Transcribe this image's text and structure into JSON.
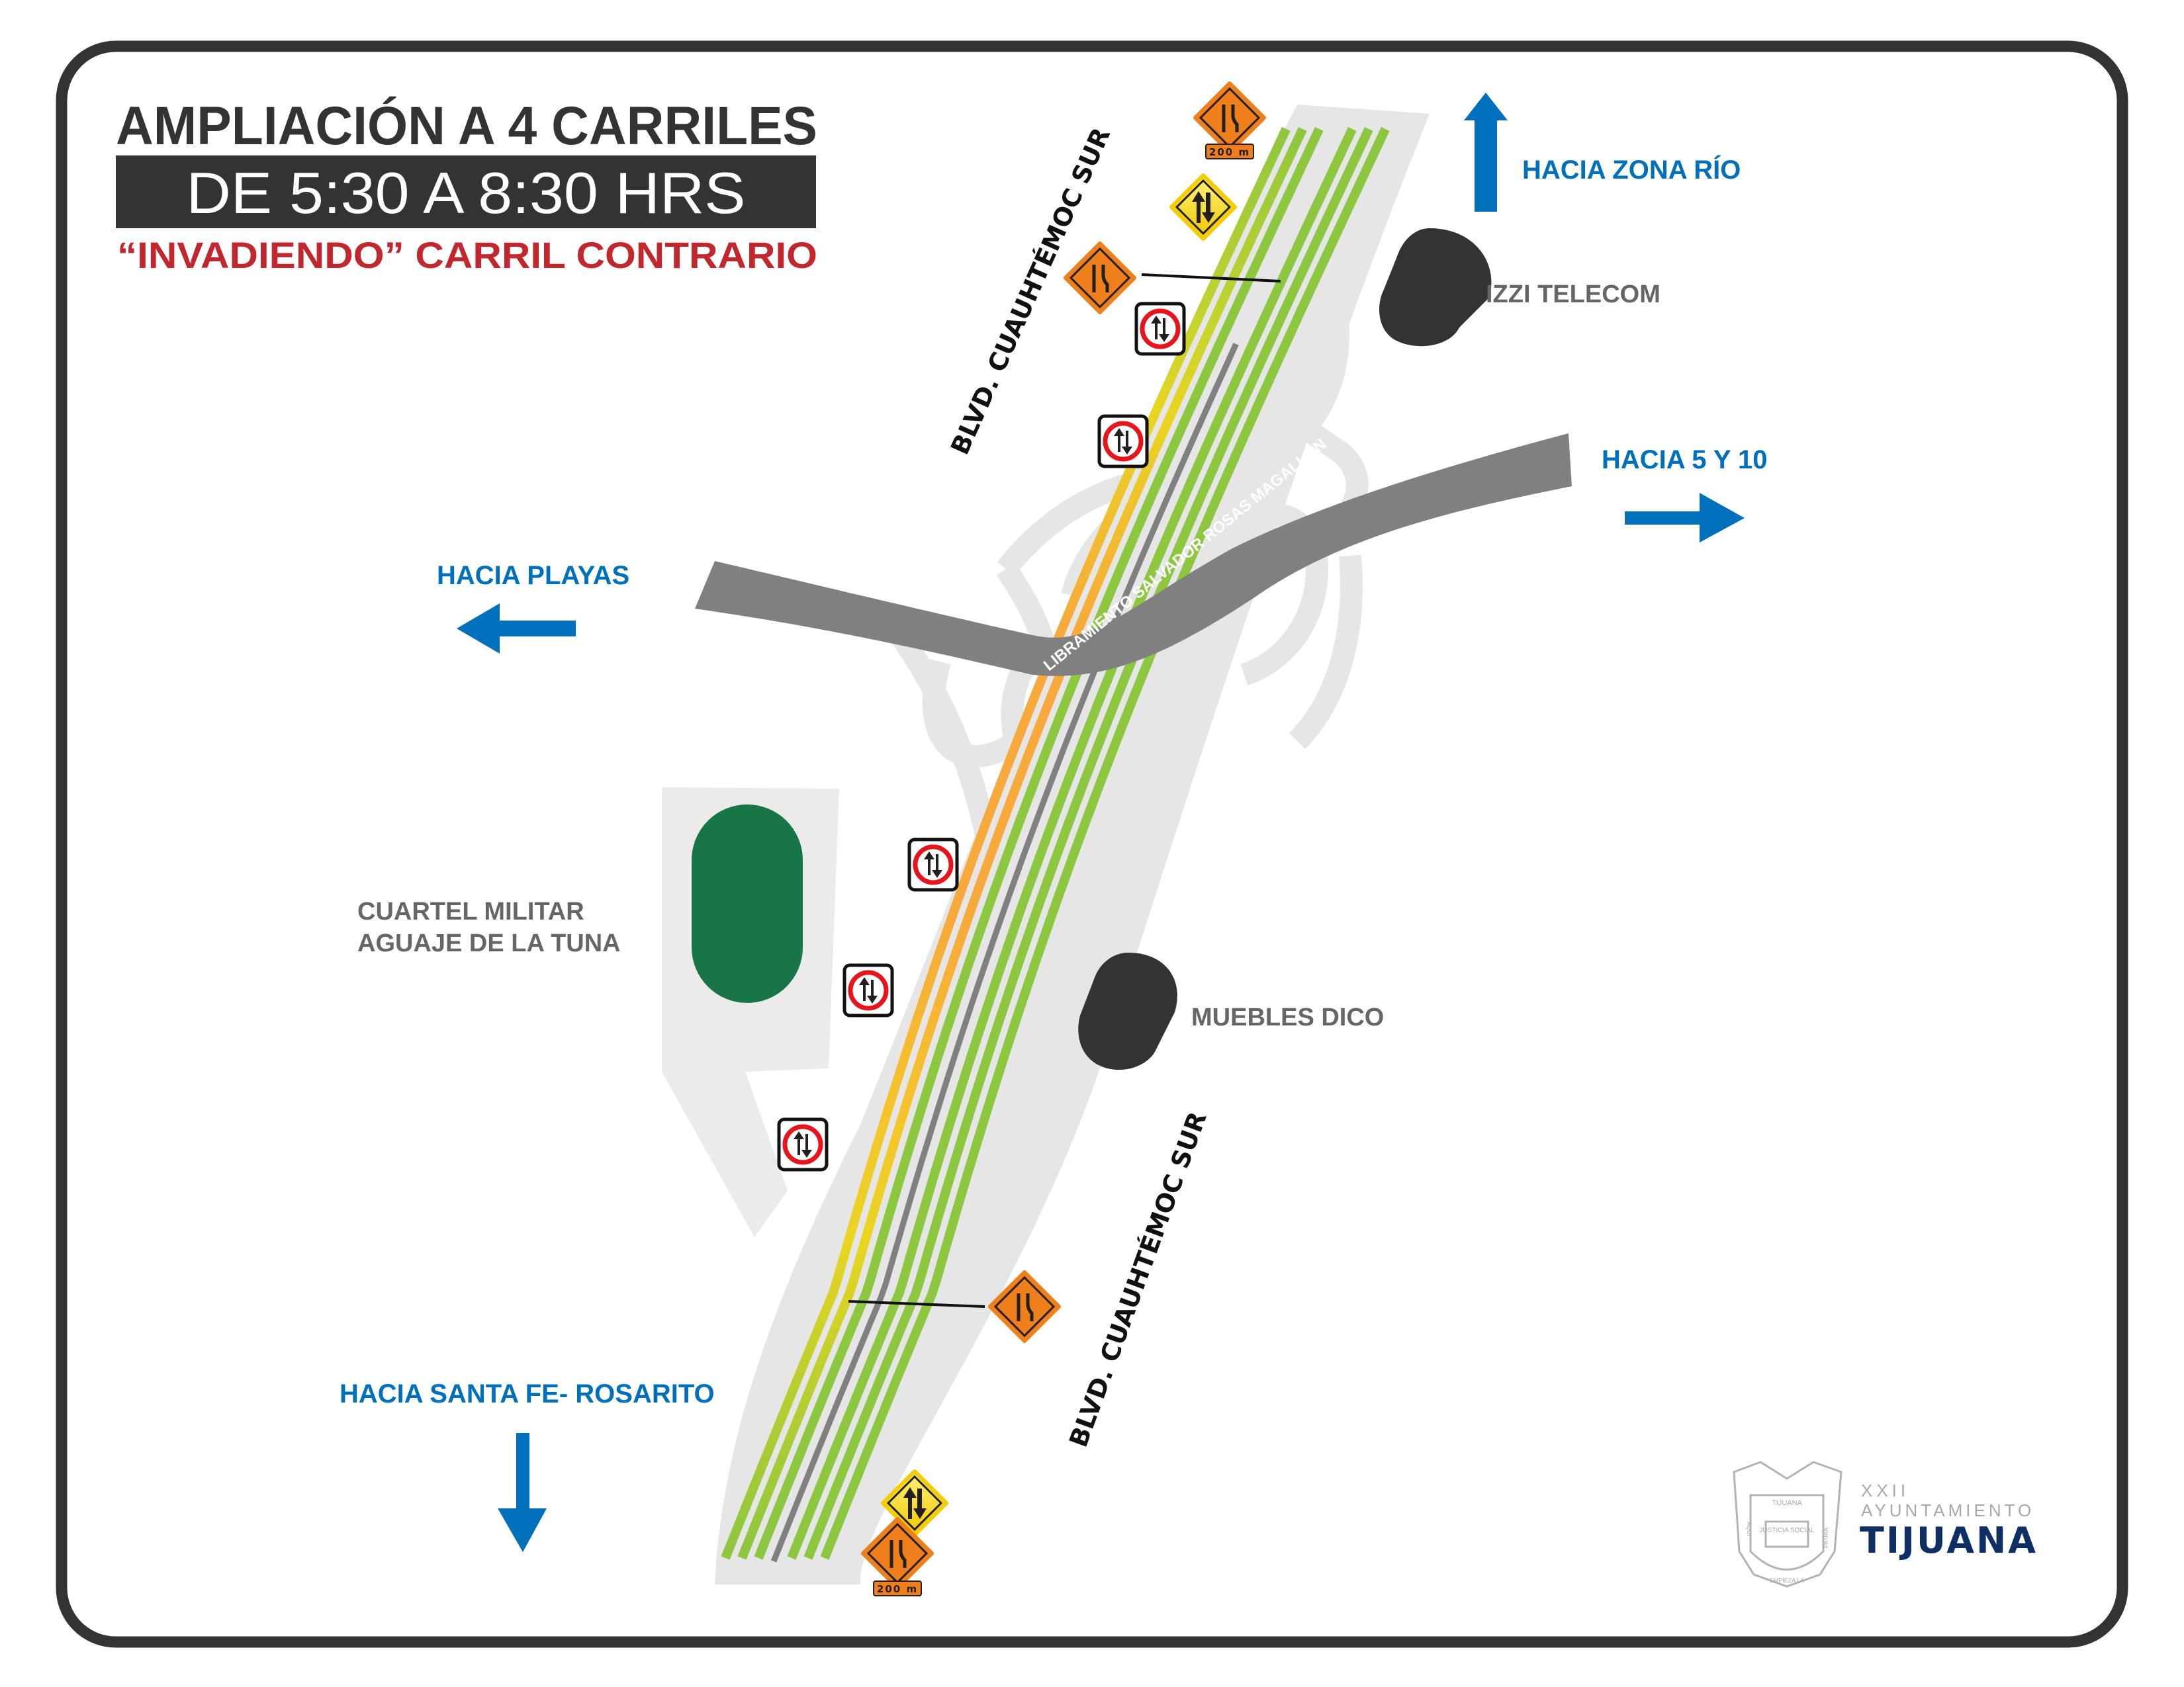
{
  "header": {
    "title": "AMPLIACIÓN A 4 CARRILES",
    "schedule": "DE 5:30 A 8:30 HRS",
    "subtitle": "“INVADIENDO” CARRIL CONTRARIO"
  },
  "roads": {
    "main_road_top_label": "BLVD. CUAUHTÉMOC SUR",
    "main_road_bottom_label": "BLVD. CUAUHTÉMOC SUR",
    "cross_road_label": "LIBRAMIENTO SALVADOR ROSAS MAGALLÓN"
  },
  "directions": {
    "north": {
      "label": "HACIA ZONA RÍO",
      "icon": "arrow-up-icon"
    },
    "east": {
      "label": "HACIA 5 Y 10",
      "icon": "arrow-right-icon"
    },
    "west": {
      "label": "HACIA PLAYAS",
      "icon": "arrow-left-icon"
    },
    "south": {
      "label": "HACIA SANTA FE- ROSARITO",
      "icon": "arrow-down-icon"
    }
  },
  "landmarks": {
    "izzi": "IZZI TELECOM",
    "muebles": "MUEBLES DICO",
    "cuartel_line1": "CUARTEL MILITAR",
    "cuartel_line2": "AGUAJE DE LA TUNA"
  },
  "signs": {
    "distance_plate_top": "200 m",
    "distance_plate_bottom": "200 m",
    "types": [
      "lane-reduction-icon",
      "two-way-traffic-warning-icon",
      "two-way-traffic-regulatory-icon"
    ]
  },
  "logo": {
    "line1": "XXII",
    "line2": "AYUNTAMIENTO",
    "line3": "TIJUANA",
    "shield_top": "TIJUANA",
    "shield_motto_left": "AQUI",
    "shield_motto_bottom": "EMPIEZA LA",
    "shield_motto_right": "PATRIA",
    "shield_book": "JUSTICIA SOCIAL"
  },
  "colors": {
    "frame": "#333333",
    "blue": "#0070bd",
    "red": "#c1272d",
    "label_gray": "#666666",
    "lane_green": "#8dc63f",
    "lane_yellow": "#e8d520",
    "lane_orange": "#f7a93b",
    "road_gray": "#808080",
    "pavement": "#e6e6e6",
    "military_green": "#177547",
    "logo_navy": "#0d2f63"
  }
}
